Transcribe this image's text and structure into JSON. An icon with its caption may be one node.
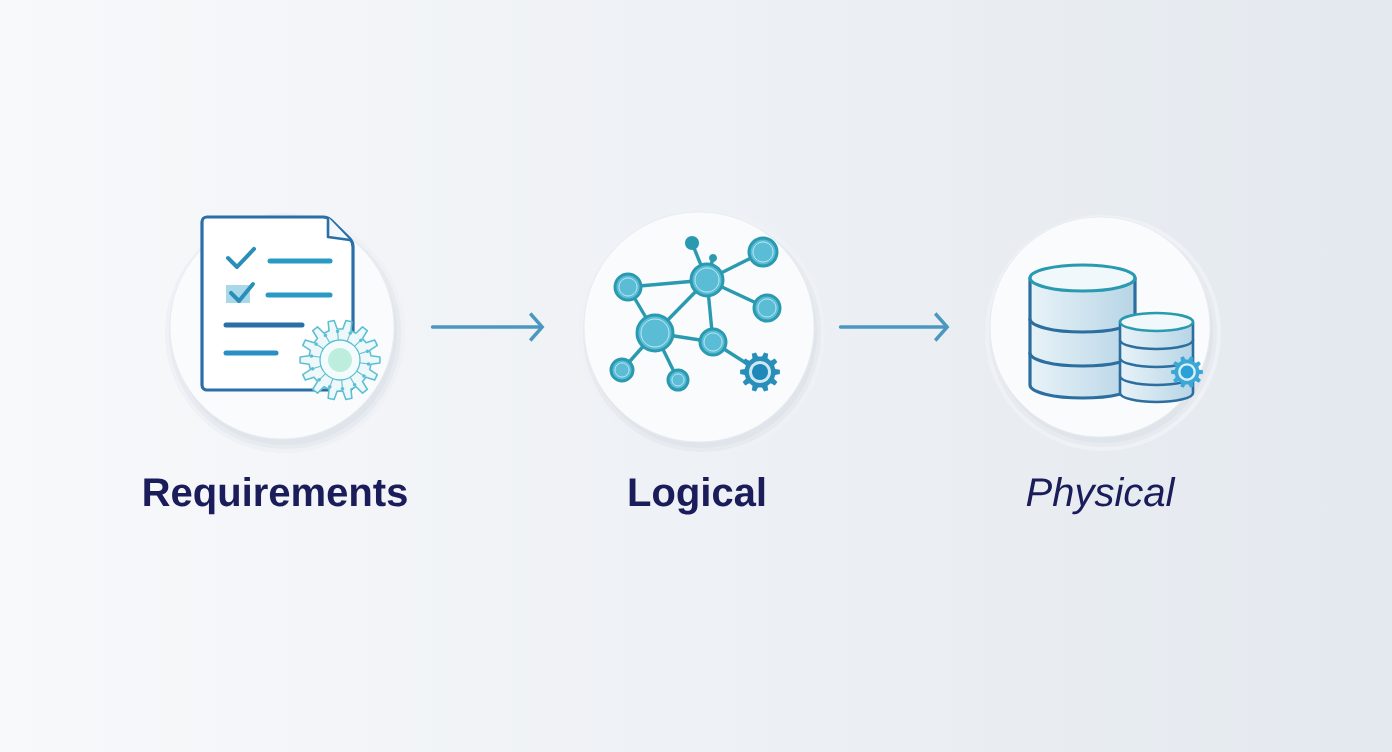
{
  "diagram": {
    "nodes": [
      {
        "text": [
          "Requirements"
        ]
      },
      {
        "text": [
          "Logical"
        ]
      },
      {
        "text": [
          "Physical"
        ]
      }
    ],
    "edges": [
      {
        "from": 0,
        "to": 1,
        "arrow": "to"
      },
      {
        "from": 1,
        "to": 2,
        "arrow": "to"
      }
    ]
  }
}
